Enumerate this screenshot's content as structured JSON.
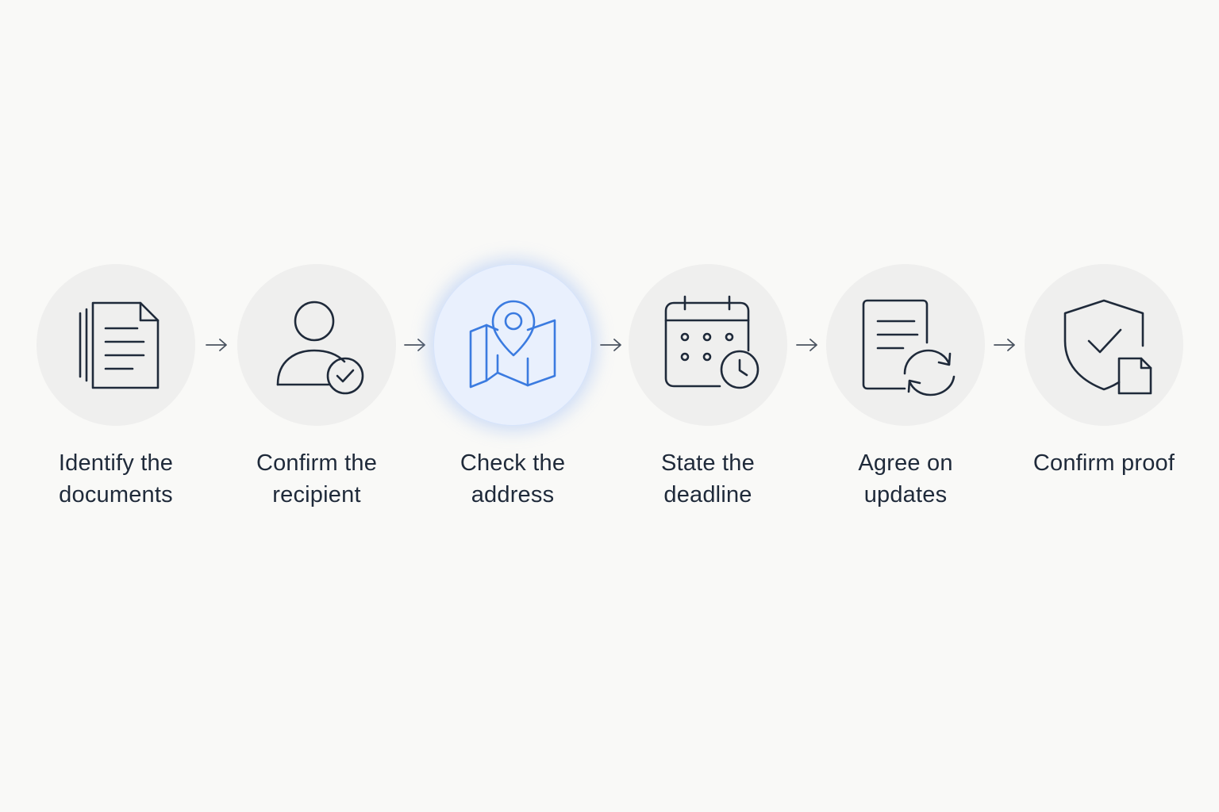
{
  "steps": [
    {
      "label": "Identify the\ndocuments",
      "icon": "documents-icon",
      "active": false
    },
    {
      "label": "Confirm the\nrecipient",
      "icon": "user-check-icon",
      "active": false
    },
    {
      "label": "Check the\naddress",
      "icon": "map-pin-icon",
      "active": true
    },
    {
      "label": "State the\ndeadline",
      "icon": "calendar-clock-icon",
      "active": false
    },
    {
      "label": "Agree on\nupdates",
      "icon": "document-refresh-icon",
      "active": false
    },
    {
      "label": "Confirm proof",
      "icon": "shield-check-icon",
      "active": false
    }
  ],
  "colors": {
    "background": "#f9f9f7",
    "circle": "#efefee",
    "active_circle": "#e9f0fd",
    "active_accent": "#3b7be0",
    "icon_stroke": "#1f2a3a",
    "arrow": "#4a5360"
  }
}
